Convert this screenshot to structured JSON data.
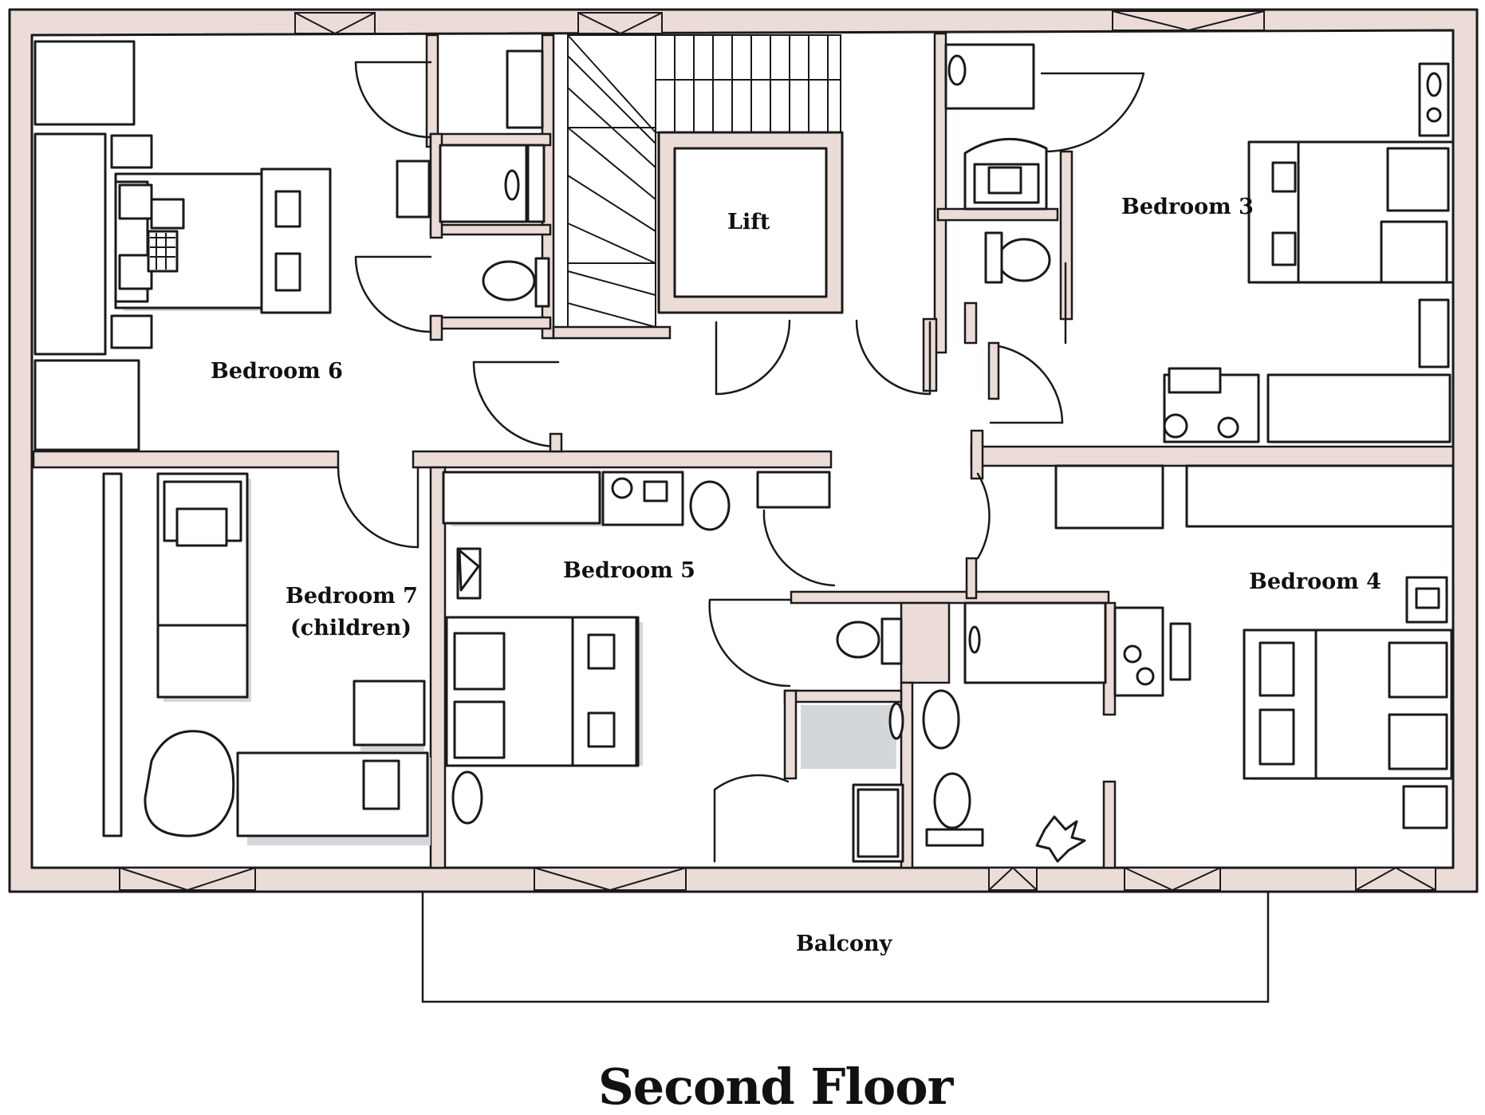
{
  "title": "Second Floor",
  "rooms": {
    "lift": "Lift",
    "bedroom3": "Bedroom 3",
    "bedroom4": "Bedroom 4",
    "bedroom5": "Bedroom 5",
    "bedroom6": "Bedroom 6",
    "bedroom7_line1": "Bedroom 7",
    "bedroom7_line2": "(children)",
    "balcony": "Balcony"
  },
  "colors": {
    "wall": "#ecdcd8",
    "furniture_shadow": "#d4d7d9",
    "ink": "#1a1a1a"
  }
}
